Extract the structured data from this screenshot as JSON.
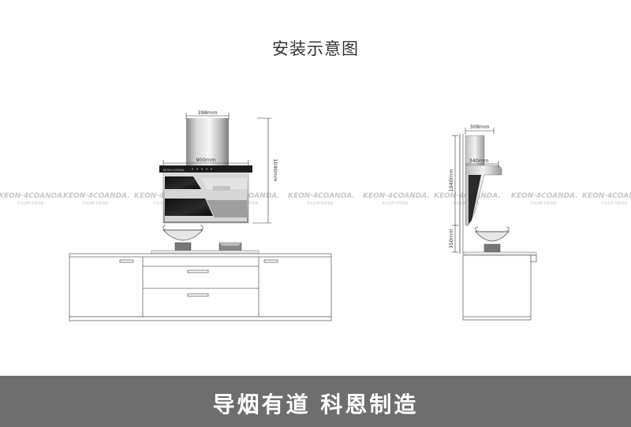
{
  "title": "安装示意图",
  "front_view": {
    "dim_top_width": "398mm",
    "dim_body_width": "900mm",
    "dim_height": "1040mm",
    "brand_mark": "KEON·CORONA"
  },
  "side_view": {
    "dim_top_depth": "308mm",
    "dim_body_depth": "340mm",
    "dim_height": "1040mm",
    "dim_hob_distance": "350mm"
  },
  "watermark": {
    "text": "KEON·4COANDA.",
    "subtext": "专业品牌 科恩电器"
  },
  "footer": {
    "slogan": "导烟有道  科恩制造",
    "background": "#6e6e6e"
  }
}
